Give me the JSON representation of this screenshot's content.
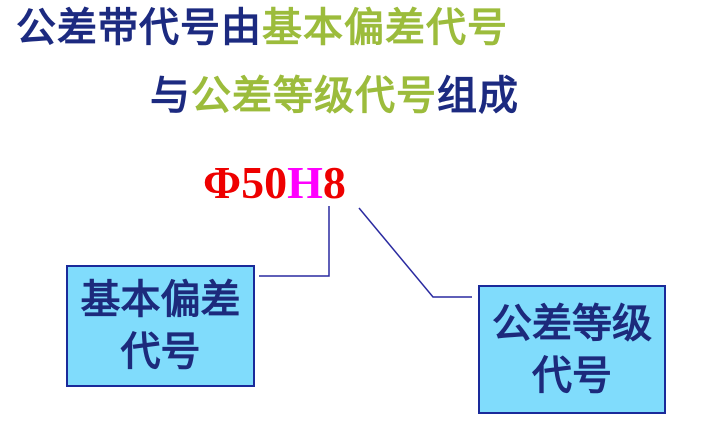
{
  "colors": {
    "navy": "#1c2a80",
    "green": "#9cbc3c",
    "red": "#ee0000",
    "magenta": "#ff00ff",
    "box_fill": "#80dcfc",
    "box_border": "#1a2a9a",
    "box_text": "#1c2a7c",
    "line": "#2a2aa0"
  },
  "title": {
    "line1": [
      {
        "text": "公差带代号由",
        "color": "navy"
      },
      {
        "text": "基本偏差代号",
        "color": "green"
      }
    ],
    "line2": [
      {
        "text": "与",
        "color": "navy"
      },
      {
        "text": "公差等级代号",
        "color": "green"
      },
      {
        "text": "组成",
        "color": "navy"
      }
    ]
  },
  "code": {
    "prefix": "Φ50",
    "deviation": "H",
    "grade": "8"
  },
  "boxes": {
    "left": {
      "line1": "基本偏差",
      "line2": "代号"
    },
    "right": {
      "line1": "公差等级",
      "line2": "代号"
    }
  }
}
